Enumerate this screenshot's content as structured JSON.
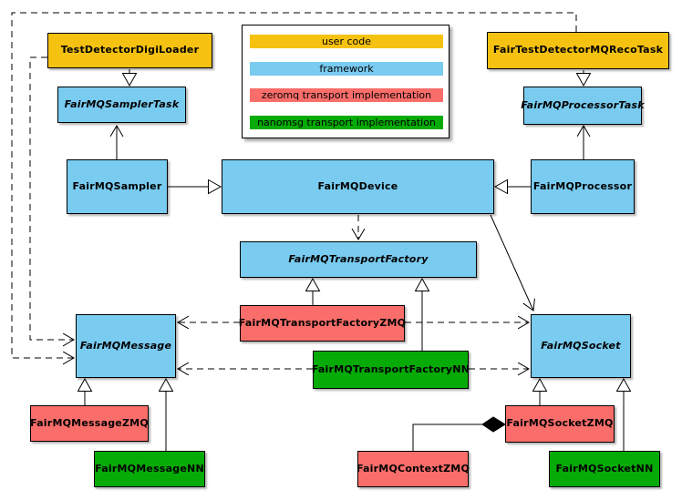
{
  "legend": {
    "items": [
      {
        "id": "user-code",
        "label": "user code",
        "color": "#F5C211"
      },
      {
        "id": "framework",
        "label": "framework",
        "color": "#79CBF0"
      },
      {
        "id": "zeromq",
        "label": "zeromq transport implementation",
        "color": "#F96E6A"
      },
      {
        "id": "nanomsg",
        "label": "nanomsg transport implementation",
        "color": "#07AB07"
      }
    ]
  },
  "nodes": {
    "testDetectorDigiLoader": {
      "label": "TestDetectorDigiLoader",
      "category": "user-code",
      "abstract": false
    },
    "fairTestDetectorMQRecoTask": {
      "label": "FairTestDetectorMQRecoTask",
      "category": "user-code",
      "abstract": false
    },
    "fairMQSamplerTask": {
      "label": "FairMQSamplerTask",
      "category": "framework",
      "abstract": true
    },
    "fairMQProcessorTask": {
      "label": "FairMQProcessorTask",
      "category": "framework",
      "abstract": true
    },
    "fairMQSampler": {
      "label": "FairMQSampler",
      "category": "framework",
      "abstract": false
    },
    "fairMQDevice": {
      "label": "FairMQDevice",
      "category": "framework",
      "abstract": false
    },
    "fairMQProcessor": {
      "label": "FairMQProcessor",
      "category": "framework",
      "abstract": false
    },
    "fairMQTransportFactory": {
      "label": "FairMQTransportFactory",
      "category": "framework",
      "abstract": true
    },
    "fairMQTransportFactoryZMQ": {
      "label": "FairMQTransportFactoryZMQ",
      "category": "zeromq",
      "abstract": false
    },
    "fairMQTransportFactoryNN": {
      "label": "FairMQTransportFactoryNN",
      "category": "nanomsg",
      "abstract": false
    },
    "fairMQMessage": {
      "label": "FairMQMessage",
      "category": "framework",
      "abstract": true
    },
    "fairMQSocket": {
      "label": "FairMQSocket",
      "category": "framework",
      "abstract": true
    },
    "fairMQMessageZMQ": {
      "label": "FairMQMessageZMQ",
      "category": "zeromq",
      "abstract": false
    },
    "fairMQMessageNN": {
      "label": "FairMQMessageNN",
      "category": "nanomsg",
      "abstract": false
    },
    "fairMQContextZMQ": {
      "label": "FairMQContextZMQ",
      "category": "zeromq",
      "abstract": false
    },
    "fairMQSocketZMQ": {
      "label": "FairMQSocketZMQ",
      "category": "zeromq",
      "abstract": false
    },
    "fairMQSocketNN": {
      "label": "FairMQSocketNN",
      "category": "nanomsg",
      "abstract": false
    }
  },
  "edges": [
    {
      "from": "TestDetectorDigiLoader",
      "to": "FairMQSamplerTask",
      "type": "inheritance-hollow-triangle",
      "line": "solid"
    },
    {
      "from": "FairMQSampler",
      "to": "FairMQSamplerTask",
      "type": "open-arrow",
      "line": "solid"
    },
    {
      "from": "FairTestDetectorMQRecoTask",
      "to": "FairMQProcessorTask",
      "type": "inheritance-hollow-triangle",
      "line": "solid"
    },
    {
      "from": "FairMQProcessor",
      "to": "FairMQProcessorTask",
      "type": "open-arrow",
      "line": "solid"
    },
    {
      "from": "FairMQSampler",
      "to": "FairMQDevice",
      "type": "inheritance-hollow-triangle",
      "line": "solid"
    },
    {
      "from": "FairMQProcessor",
      "to": "FairMQDevice",
      "type": "inheritance-hollow-triangle",
      "line": "solid"
    },
    {
      "from": "FairMQDevice",
      "to": "FairMQTransportFactory",
      "type": "open-arrow",
      "line": "dashed"
    },
    {
      "from": "FairMQDevice",
      "to": "FairMQSocket",
      "type": "open-arrow",
      "line": "solid"
    },
    {
      "from": "FairMQTransportFactoryZMQ",
      "to": "FairMQTransportFactory",
      "type": "inheritance-hollow-triangle",
      "line": "solid"
    },
    {
      "from": "FairMQTransportFactoryNN",
      "to": "FairMQTransportFactory",
      "type": "inheritance-hollow-triangle",
      "line": "solid"
    },
    {
      "from": "FairMQTransportFactoryZMQ",
      "to": "FairMQMessage",
      "type": "open-arrow",
      "line": "dashed"
    },
    {
      "from": "FairMQTransportFactoryZMQ",
      "to": "FairMQSocket",
      "type": "open-arrow",
      "line": "dashed"
    },
    {
      "from": "FairMQTransportFactoryNN",
      "to": "FairMQMessage",
      "type": "open-arrow",
      "line": "dashed"
    },
    {
      "from": "FairMQTransportFactoryNN",
      "to": "FairMQSocket",
      "type": "open-arrow",
      "line": "dashed"
    },
    {
      "from": "FairMQMessageZMQ",
      "to": "FairMQMessage",
      "type": "inheritance-hollow-triangle",
      "line": "solid"
    },
    {
      "from": "FairMQMessageNN",
      "to": "FairMQMessage",
      "type": "inheritance-hollow-triangle",
      "line": "solid"
    },
    {
      "from": "FairMQSocketZMQ",
      "to": "FairMQSocket",
      "type": "inheritance-hollow-triangle",
      "line": "solid"
    },
    {
      "from": "FairMQSocketNN",
      "to": "FairMQSocket",
      "type": "inheritance-hollow-triangle",
      "line": "solid"
    },
    {
      "from": "FairMQContextZMQ",
      "to": "FairMQSocketZMQ",
      "type": "composition-filled-diamond",
      "line": "solid"
    },
    {
      "from": "TestDetectorDigiLoader",
      "to": "FairMQMessage",
      "type": "open-arrow",
      "line": "dashed"
    },
    {
      "from": "FairTestDetectorMQRecoTask",
      "to": "FairMQMessage",
      "type": "open-arrow",
      "line": "dashed"
    }
  ]
}
